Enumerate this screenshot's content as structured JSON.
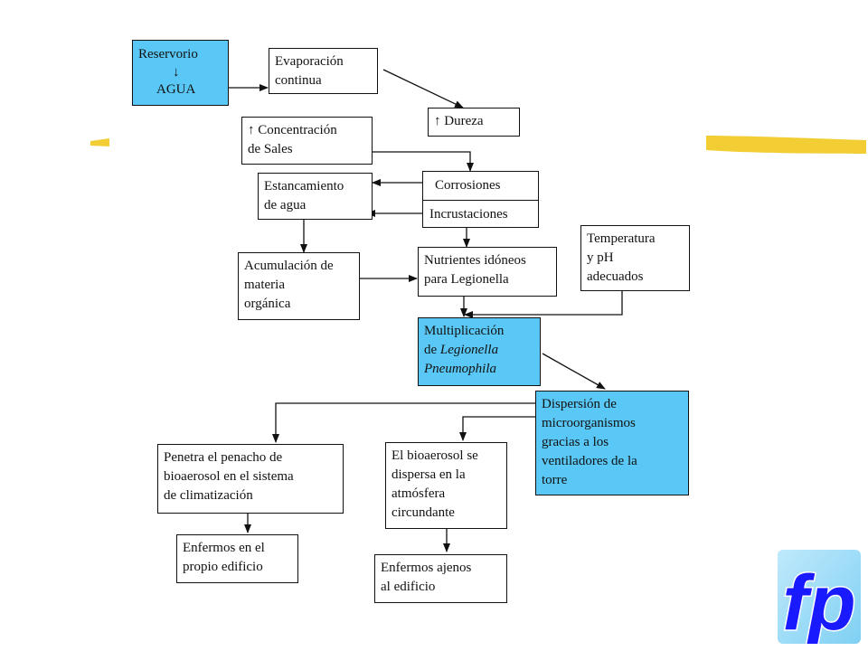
{
  "diagram": {
    "reservorio": {
      "line1": "Reservorio",
      "arrow": "↓",
      "line2": "AGUA"
    },
    "evaporacion": "Evaporación\ncontinua",
    "concentracion": "↑ Concentración\nde Sales",
    "dureza": "↑ Dureza",
    "estancamiento": "Estancamiento\nde agua",
    "corrosiones": "Corrosiones",
    "incrustaciones": "Incrustaciones",
    "temperatura": "Temperatura\ny pH\nadecuados",
    "acumulacion": "Acumulación de\nmateria\norgánica",
    "nutrientes": "Nutrientes idóneos\npara Legionella",
    "multiplicacion": {
      "line1": "Multiplicación",
      "prefix": "de ",
      "italic1": "Legionella",
      "italic2": "Pneumophila"
    },
    "dispersion": "Dispersión de\nmicroorganismos\ngracias a los\nventiladores de la\ntorre",
    "penetra": "Penetra el penacho de\nbioaerosol en el sistema\nde climatización",
    "bioaerosol": "El bioaerosol se\ndispersa en la\natmósfera\ncircundante",
    "enfermos_propio": "Enfermos en el\npropio edificio",
    "enfermos_ajenos": "Enfermos ajenos\nal edificio"
  },
  "logo": {
    "text": "fp"
  },
  "colors": {
    "highlight_box": "#5ac8f6",
    "accent_stroke": "#f2c81e",
    "logo_fill": "#1a1aff"
  }
}
